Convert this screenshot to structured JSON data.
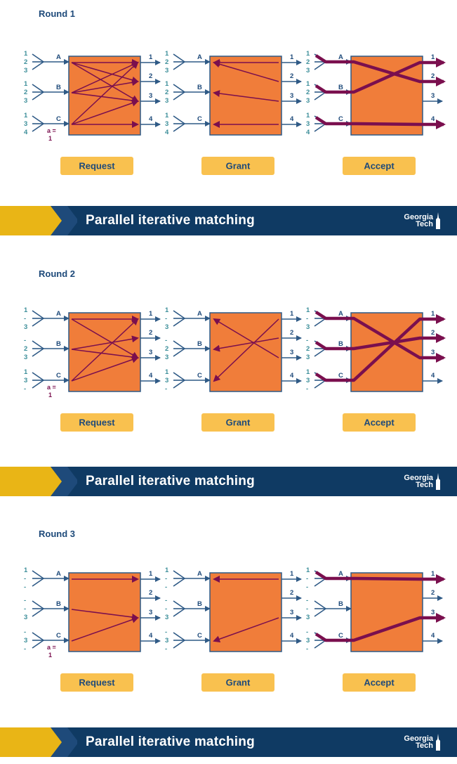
{
  "colors": {
    "box": "#f07d3a",
    "box_stroke": "#2f5a86",
    "arrow_blue": "#2f5a86",
    "label_teal": "#3d8f9a",
    "port_navy": "#1e4a7a",
    "match_purple": "#7a0f4e",
    "button_fill": "#f9c14f",
    "button_text": "#1e4a7a",
    "banner_bg": "#0f3a63",
    "banner_gold": "#e9b516"
  },
  "banner": {
    "title": "Parallel iterative matching",
    "logo_line1": "Georgia",
    "logo_line2": "Tech"
  },
  "rounds": [
    {
      "title": "Round 1",
      "request_label": "Request",
      "grant_label": "Grant",
      "accept_label": "Accept",
      "inputs": [
        {
          "port": "A",
          "requests": [
            "1",
            "2",
            "3"
          ]
        },
        {
          "port": "B",
          "requests": [
            "1",
            "2",
            "3"
          ]
        },
        {
          "port": "C",
          "requests": [
            "1",
            "3",
            "4"
          ]
        }
      ],
      "outputs": [
        "1",
        "2",
        "3",
        "4"
      ],
      "annotation": {
        "line1": "a =",
        "line2": "1",
        "input": "C"
      },
      "request_edges": [
        [
          "A",
          "1"
        ],
        [
          "A",
          "2"
        ],
        [
          "A",
          "3"
        ],
        [
          "B",
          "1"
        ],
        [
          "B",
          "2"
        ],
        [
          "B",
          "3"
        ],
        [
          "C",
          "1"
        ],
        [
          "C",
          "3"
        ],
        [
          "C",
          "4"
        ]
      ],
      "grant_edges": [
        [
          "2",
          "A"
        ],
        [
          "1",
          "A"
        ],
        [
          "3",
          "B"
        ],
        [
          "4",
          "C"
        ]
      ],
      "accept_edges": [
        [
          "A",
          "2"
        ],
        [
          "B",
          "1"
        ],
        [
          "C",
          "4"
        ]
      ]
    },
    {
      "title": "Round 2",
      "request_label": "Request",
      "grant_label": "Grant",
      "accept_label": "Accept",
      "inputs": [
        {
          "port": "A",
          "requests": [
            "1",
            "-",
            "3"
          ]
        },
        {
          "port": "B",
          "requests": [
            "-",
            "2",
            "3"
          ]
        },
        {
          "port": "C",
          "requests": [
            "1",
            "3",
            "-"
          ]
        }
      ],
      "outputs": [
        "1",
        "2",
        "3",
        "4"
      ],
      "annotation": {
        "line1": "a =",
        "line2": "1",
        "input": "C"
      },
      "request_edges": [
        [
          "A",
          "1"
        ],
        [
          "A",
          "3"
        ],
        [
          "B",
          "2"
        ],
        [
          "B",
          "3"
        ],
        [
          "C",
          "1"
        ],
        [
          "C",
          "3"
        ]
      ],
      "grant_edges": [
        [
          "3",
          "A"
        ],
        [
          "2",
          "B"
        ],
        [
          "1",
          "C"
        ]
      ],
      "accept_edges": [
        [
          "A",
          "3"
        ],
        [
          "B",
          "2"
        ],
        [
          "C",
          "1"
        ]
      ]
    },
    {
      "title": "Round 3",
      "request_label": "Request",
      "grant_label": "Grant",
      "accept_label": "Accept",
      "inputs": [
        {
          "port": "A",
          "requests": [
            "1",
            "-",
            "-"
          ]
        },
        {
          "port": "B",
          "requests": [
            "-",
            "-",
            "3"
          ]
        },
        {
          "port": "C",
          "requests": [
            "-",
            "3",
            "-"
          ]
        }
      ],
      "outputs": [
        "1",
        "2",
        "3",
        "4"
      ],
      "annotation": {
        "line1": "a =",
        "line2": "1",
        "input": "C"
      },
      "request_edges": [
        [
          "A",
          "1"
        ],
        [
          "B",
          "3"
        ],
        [
          "C",
          "3"
        ]
      ],
      "grant_edges": [
        [
          "1",
          "A"
        ],
        [
          "3",
          "C"
        ]
      ],
      "accept_edges": [
        [
          "A",
          "1"
        ],
        [
          "C",
          "3"
        ]
      ]
    }
  ]
}
